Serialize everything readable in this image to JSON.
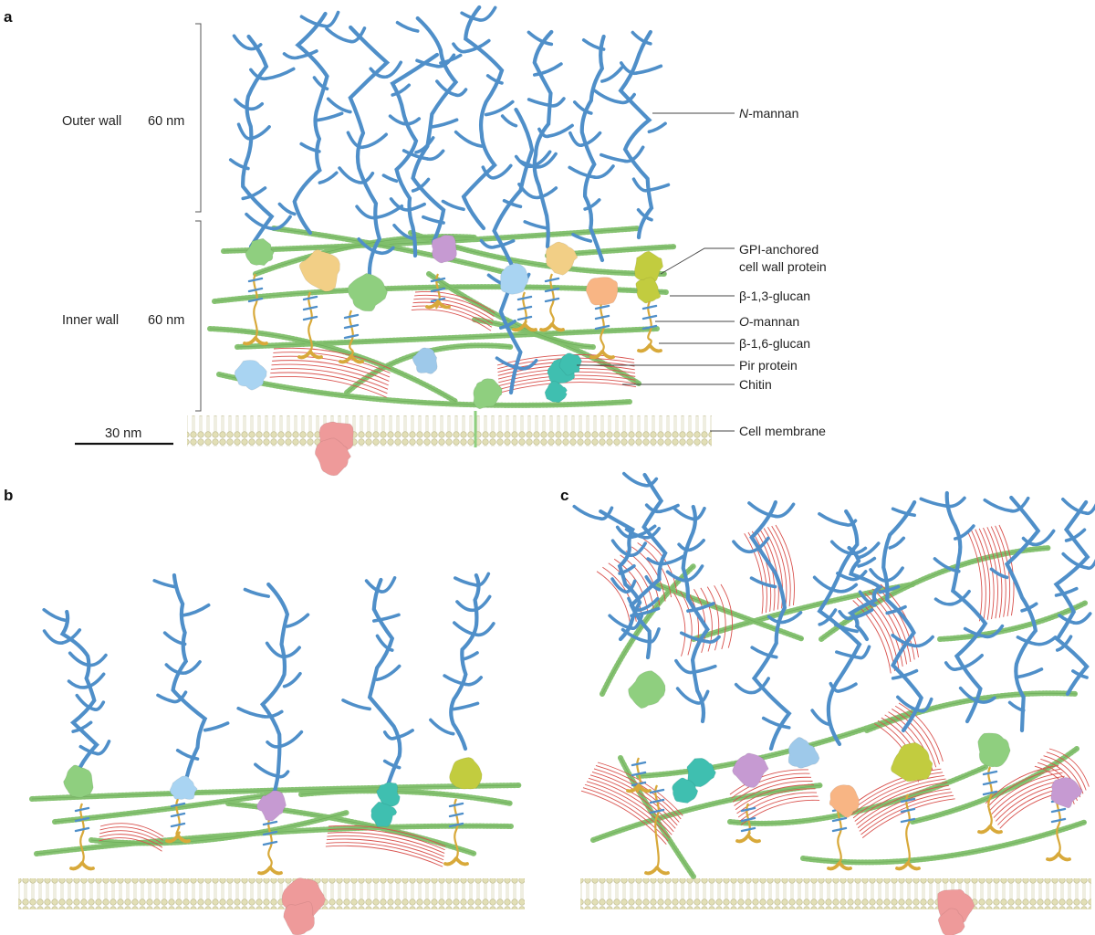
{
  "panels": {
    "a": {
      "letter": "a"
    },
    "b": {
      "letter": "b"
    },
    "c": {
      "letter": "c"
    }
  },
  "layers": {
    "outer_wall": {
      "label": "Outer wall",
      "thickness": "60 nm"
    },
    "inner_wall": {
      "label": "Inner wall",
      "thickness": "60 nm"
    }
  },
  "scale_bar": {
    "label": "30 nm"
  },
  "legend": {
    "n_mannan": {
      "italic": "N",
      "rest": "-mannan"
    },
    "gpi_line1": "GPI-anchored",
    "gpi_line2": "cell wall protein",
    "b13": "β-1,3-glucan",
    "o_mannan": {
      "italic": "O",
      "rest": "-mannan"
    },
    "b16": "β-1,6-glucan",
    "pir": "Pir protein",
    "chitin": "Chitin",
    "membrane": "Cell membrane"
  },
  "colors": {
    "mannan": "#4f8fc9",
    "glucan13": "#7fbf6a",
    "glucan16": "#d8a93a",
    "chitin": "#d9534f",
    "membrane": "#d8d4a8",
    "membrane_protein": "#ee9a9a",
    "proteins": [
      "#8fcf7f",
      "#f2cf86",
      "#c69ad2",
      "#a9d4f2",
      "#f8b584",
      "#c2cc3f",
      "#3fbfb0",
      "#9ec9ea"
    ]
  }
}
